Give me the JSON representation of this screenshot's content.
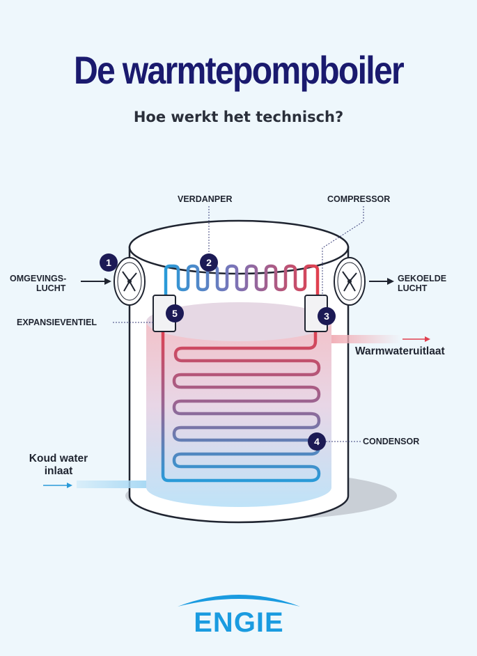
{
  "header": {
    "title": "De warmtepompboiler",
    "subtitle": "Hoe werkt het technisch?"
  },
  "labels": {
    "verdanper": "VERDANPER",
    "compressor": "COMPRESSOR",
    "omgevingslucht_line1": "OMGEVINGS-",
    "omgevingslucht_line2": "LUCHT",
    "gekoelde_line1": "GEKOELDE",
    "gekoelde_line2": "LUCHT",
    "expansieventiel": "EXPANSIEVENTIEL",
    "warmwateruitlaat": "Warmwateruitlaat",
    "condensor": "CONDENSOR",
    "koud_line1": "Koud water",
    "koud_line2": "inlaat"
  },
  "badges": [
    "1",
    "2",
    "3",
    "4",
    "5"
  ],
  "brand": {
    "logo_text": "ENGIE"
  },
  "colors": {
    "title": "#1a1a6e",
    "badge": "#1c1a55",
    "hot": "#e0404f",
    "cold": "#2a9ad8",
    "logo": "#1a9be0",
    "background": "#eef7fc"
  }
}
